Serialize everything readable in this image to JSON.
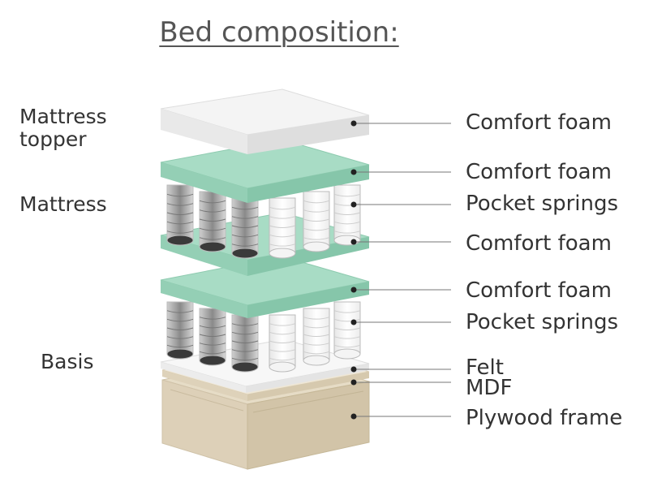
{
  "title": "Bed composition:",
  "groups": {
    "topper": "Mattress\ntopper",
    "mattress": "Mattress",
    "basis": "Basis"
  },
  "layers": [
    "Comfort foam",
    "Comfort foam",
    "Pocket springs",
    "Comfort foam",
    "Comfort foam",
    "Pocket springs",
    "Felt",
    "MDF",
    "Plywood frame"
  ],
  "colors": {
    "topper": "#f2f2f2",
    "foam": "#9ed8bf",
    "spring_dark": "#8a8a8a",
    "spring_light": "#ffffff",
    "wood": "#ddd0b8",
    "leader": "#777777"
  }
}
